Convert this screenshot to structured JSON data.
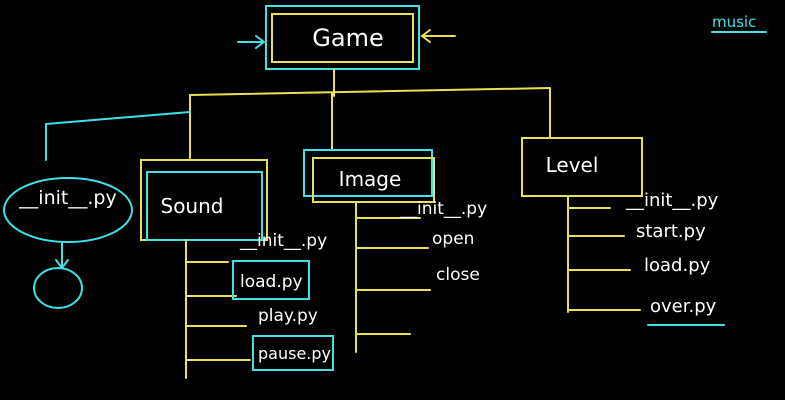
{
  "root": {
    "label": "Game"
  },
  "corner_note": "music",
  "packages": [
    {
      "label": "Sound",
      "files": [
        "__init__.py",
        "load.py",
        "play.py",
        "pause.py"
      ]
    },
    {
      "label": "Image",
      "files": [
        "__init__.py",
        "open",
        "close"
      ]
    },
    {
      "label": "Level",
      "files": [
        "__init__.py",
        "start.py",
        "load.py",
        "over.py"
      ]
    }
  ],
  "root_file": "__init__.py",
  "colors": {
    "tree_lines": "#e6e05a",
    "highlight": "#3fe0e6",
    "text": "#ffffff",
    "background": "#000000"
  }
}
